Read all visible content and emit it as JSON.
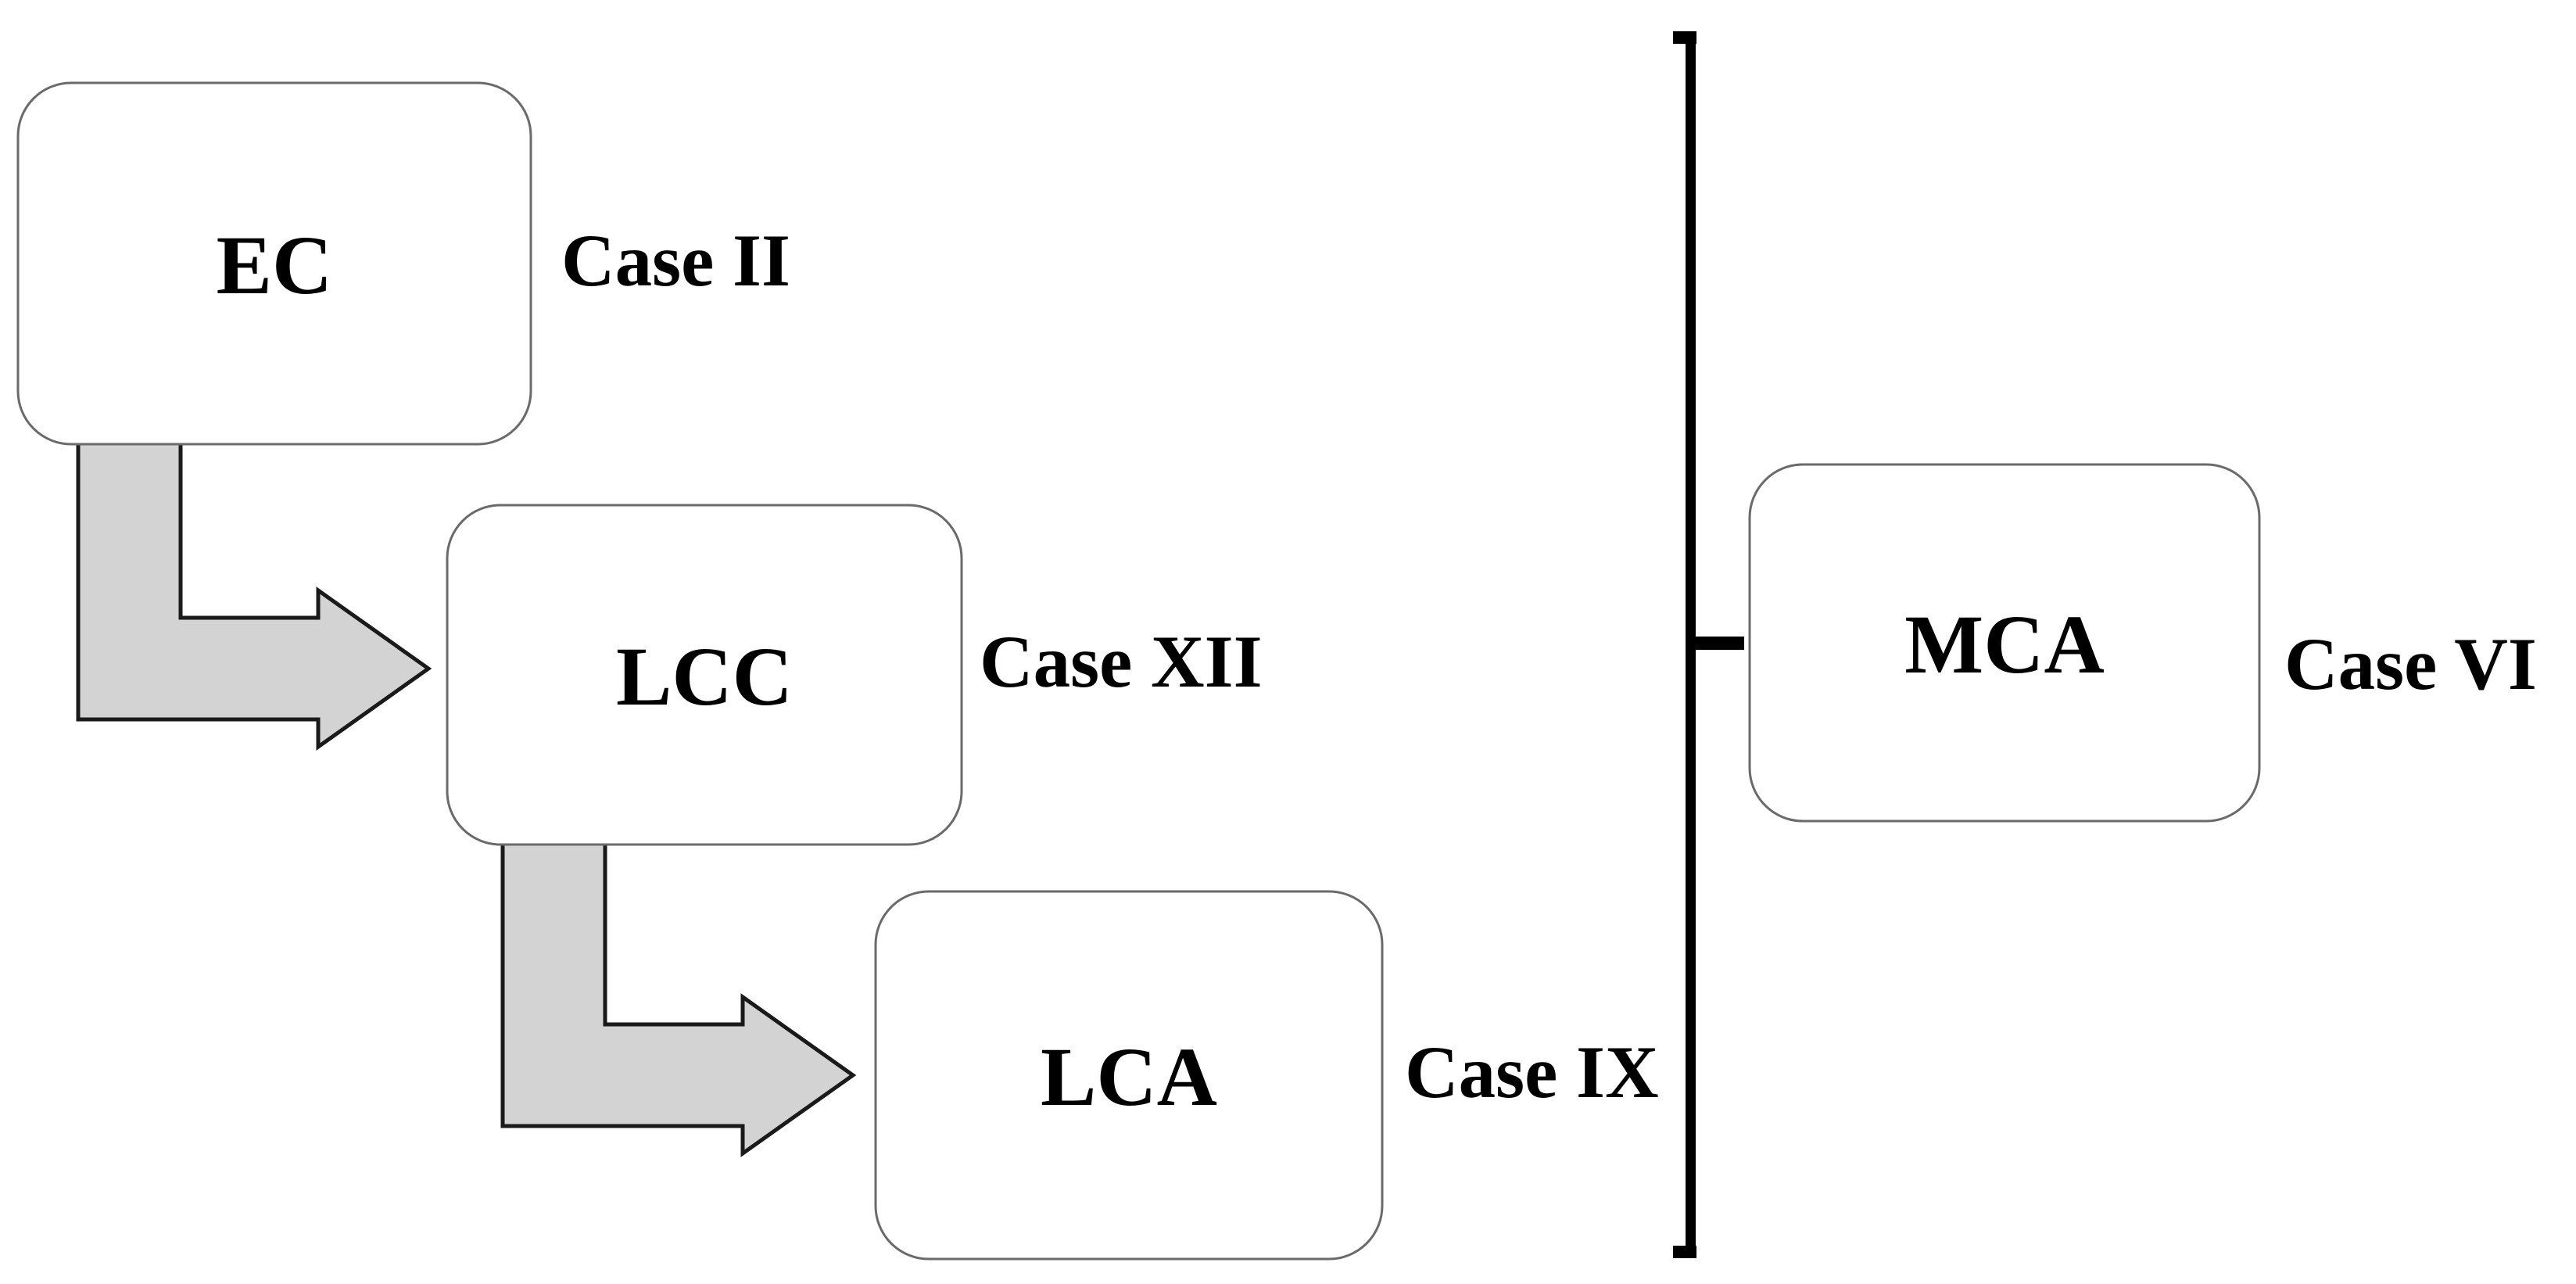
{
  "diagram": {
    "title": "case-hierarchy-flow-diagram",
    "colors": {
      "background": "#ffffff",
      "box_fill": "#ffffff",
      "box_stroke": "#6a6a6a",
      "arrow_fill": "#d3d3d3",
      "arrow_stroke": "#1a1a1a",
      "bracket": "#000000",
      "text": "#000000"
    },
    "nodes": [
      {
        "id": "EC",
        "label": "EC",
        "case_label": "Case II"
      },
      {
        "id": "LCC",
        "label": "LCC",
        "case_label": "Case XII"
      },
      {
        "id": "LCA",
        "label": "LCA",
        "case_label": "Case IX"
      },
      {
        "id": "MCA",
        "label": "MCA",
        "case_label": "Case VI"
      }
    ],
    "edges": [
      {
        "from": "EC",
        "to": "LCC",
        "style": "bent-elbow-arrow-down-right"
      },
      {
        "from": "LCC",
        "to": "LCA",
        "style": "bent-elbow-arrow-down-right"
      },
      {
        "from": "bracket",
        "to": "MCA",
        "style": "bracket-mid-tick"
      }
    ]
  }
}
